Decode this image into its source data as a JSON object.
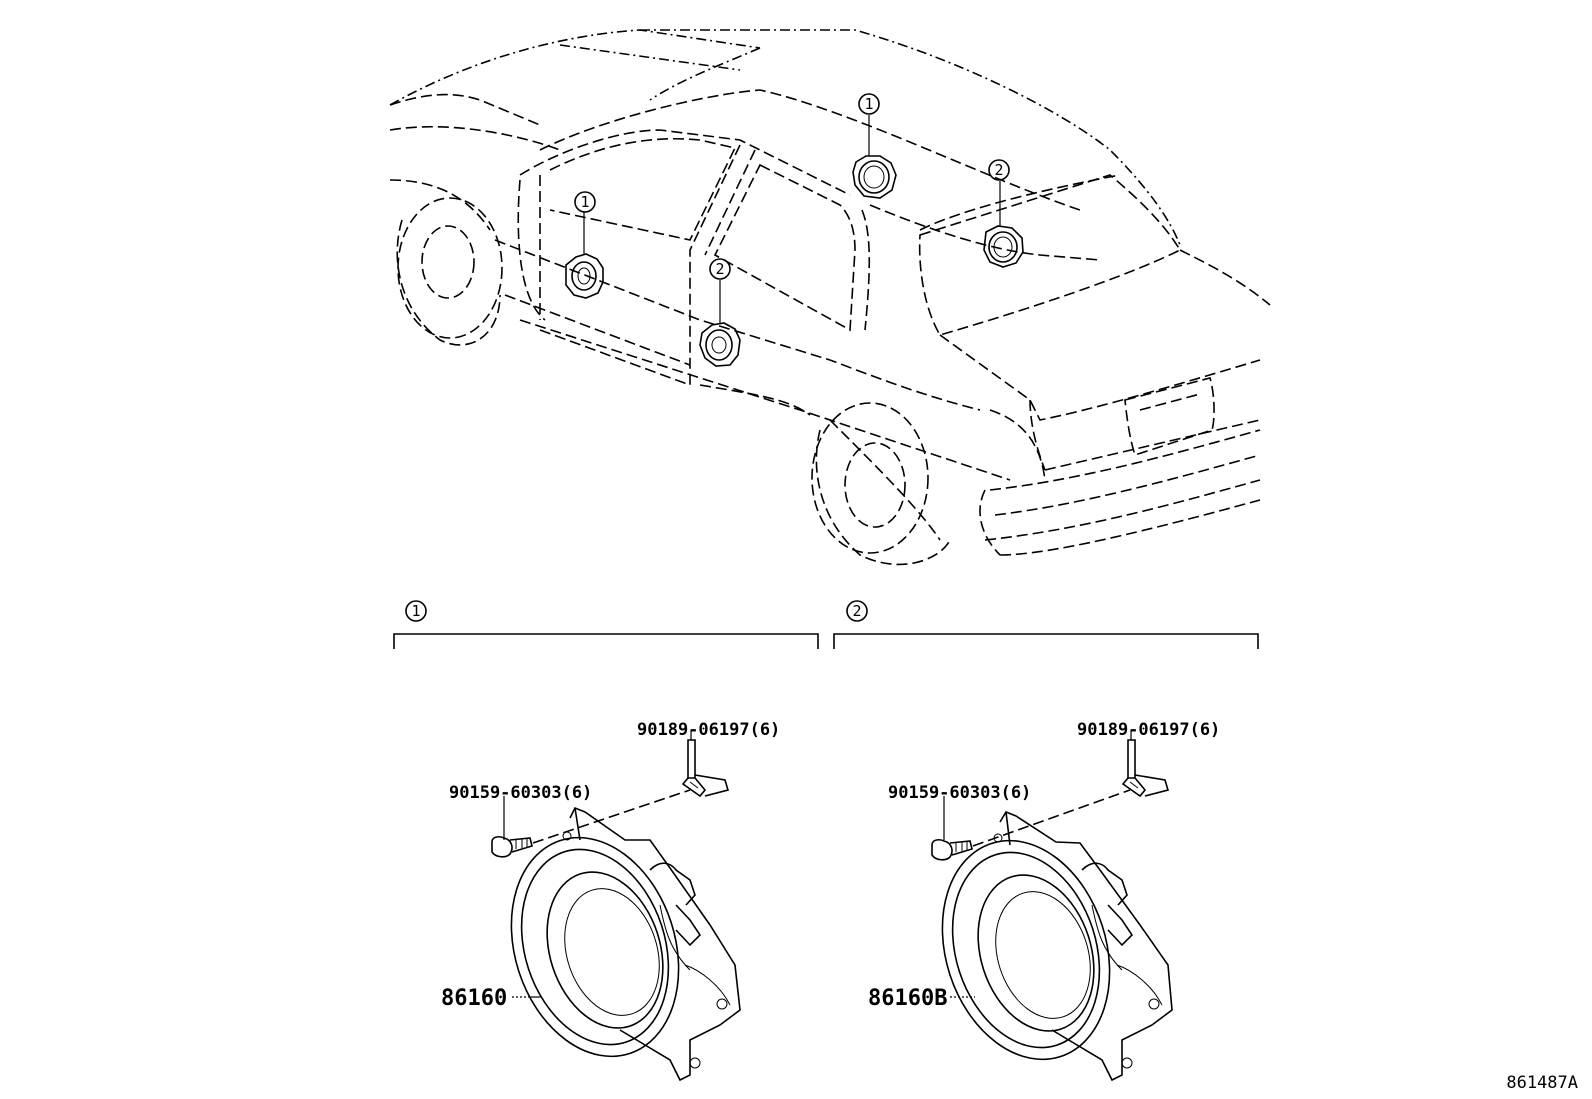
{
  "diagram": {
    "callout_numbers": [
      "1",
      "2"
    ],
    "groups": [
      {
        "number": "1",
        "speaker_part": "86160",
        "screw_part": "90159-60303(6)",
        "nut_part": "90189-06197(6)"
      },
      {
        "number": "2",
        "speaker_part": "86160B",
        "screw_part": "90159-60303(6)",
        "nut_part": "90189-06197(6)"
      }
    ],
    "illustration_id": "861487A"
  }
}
